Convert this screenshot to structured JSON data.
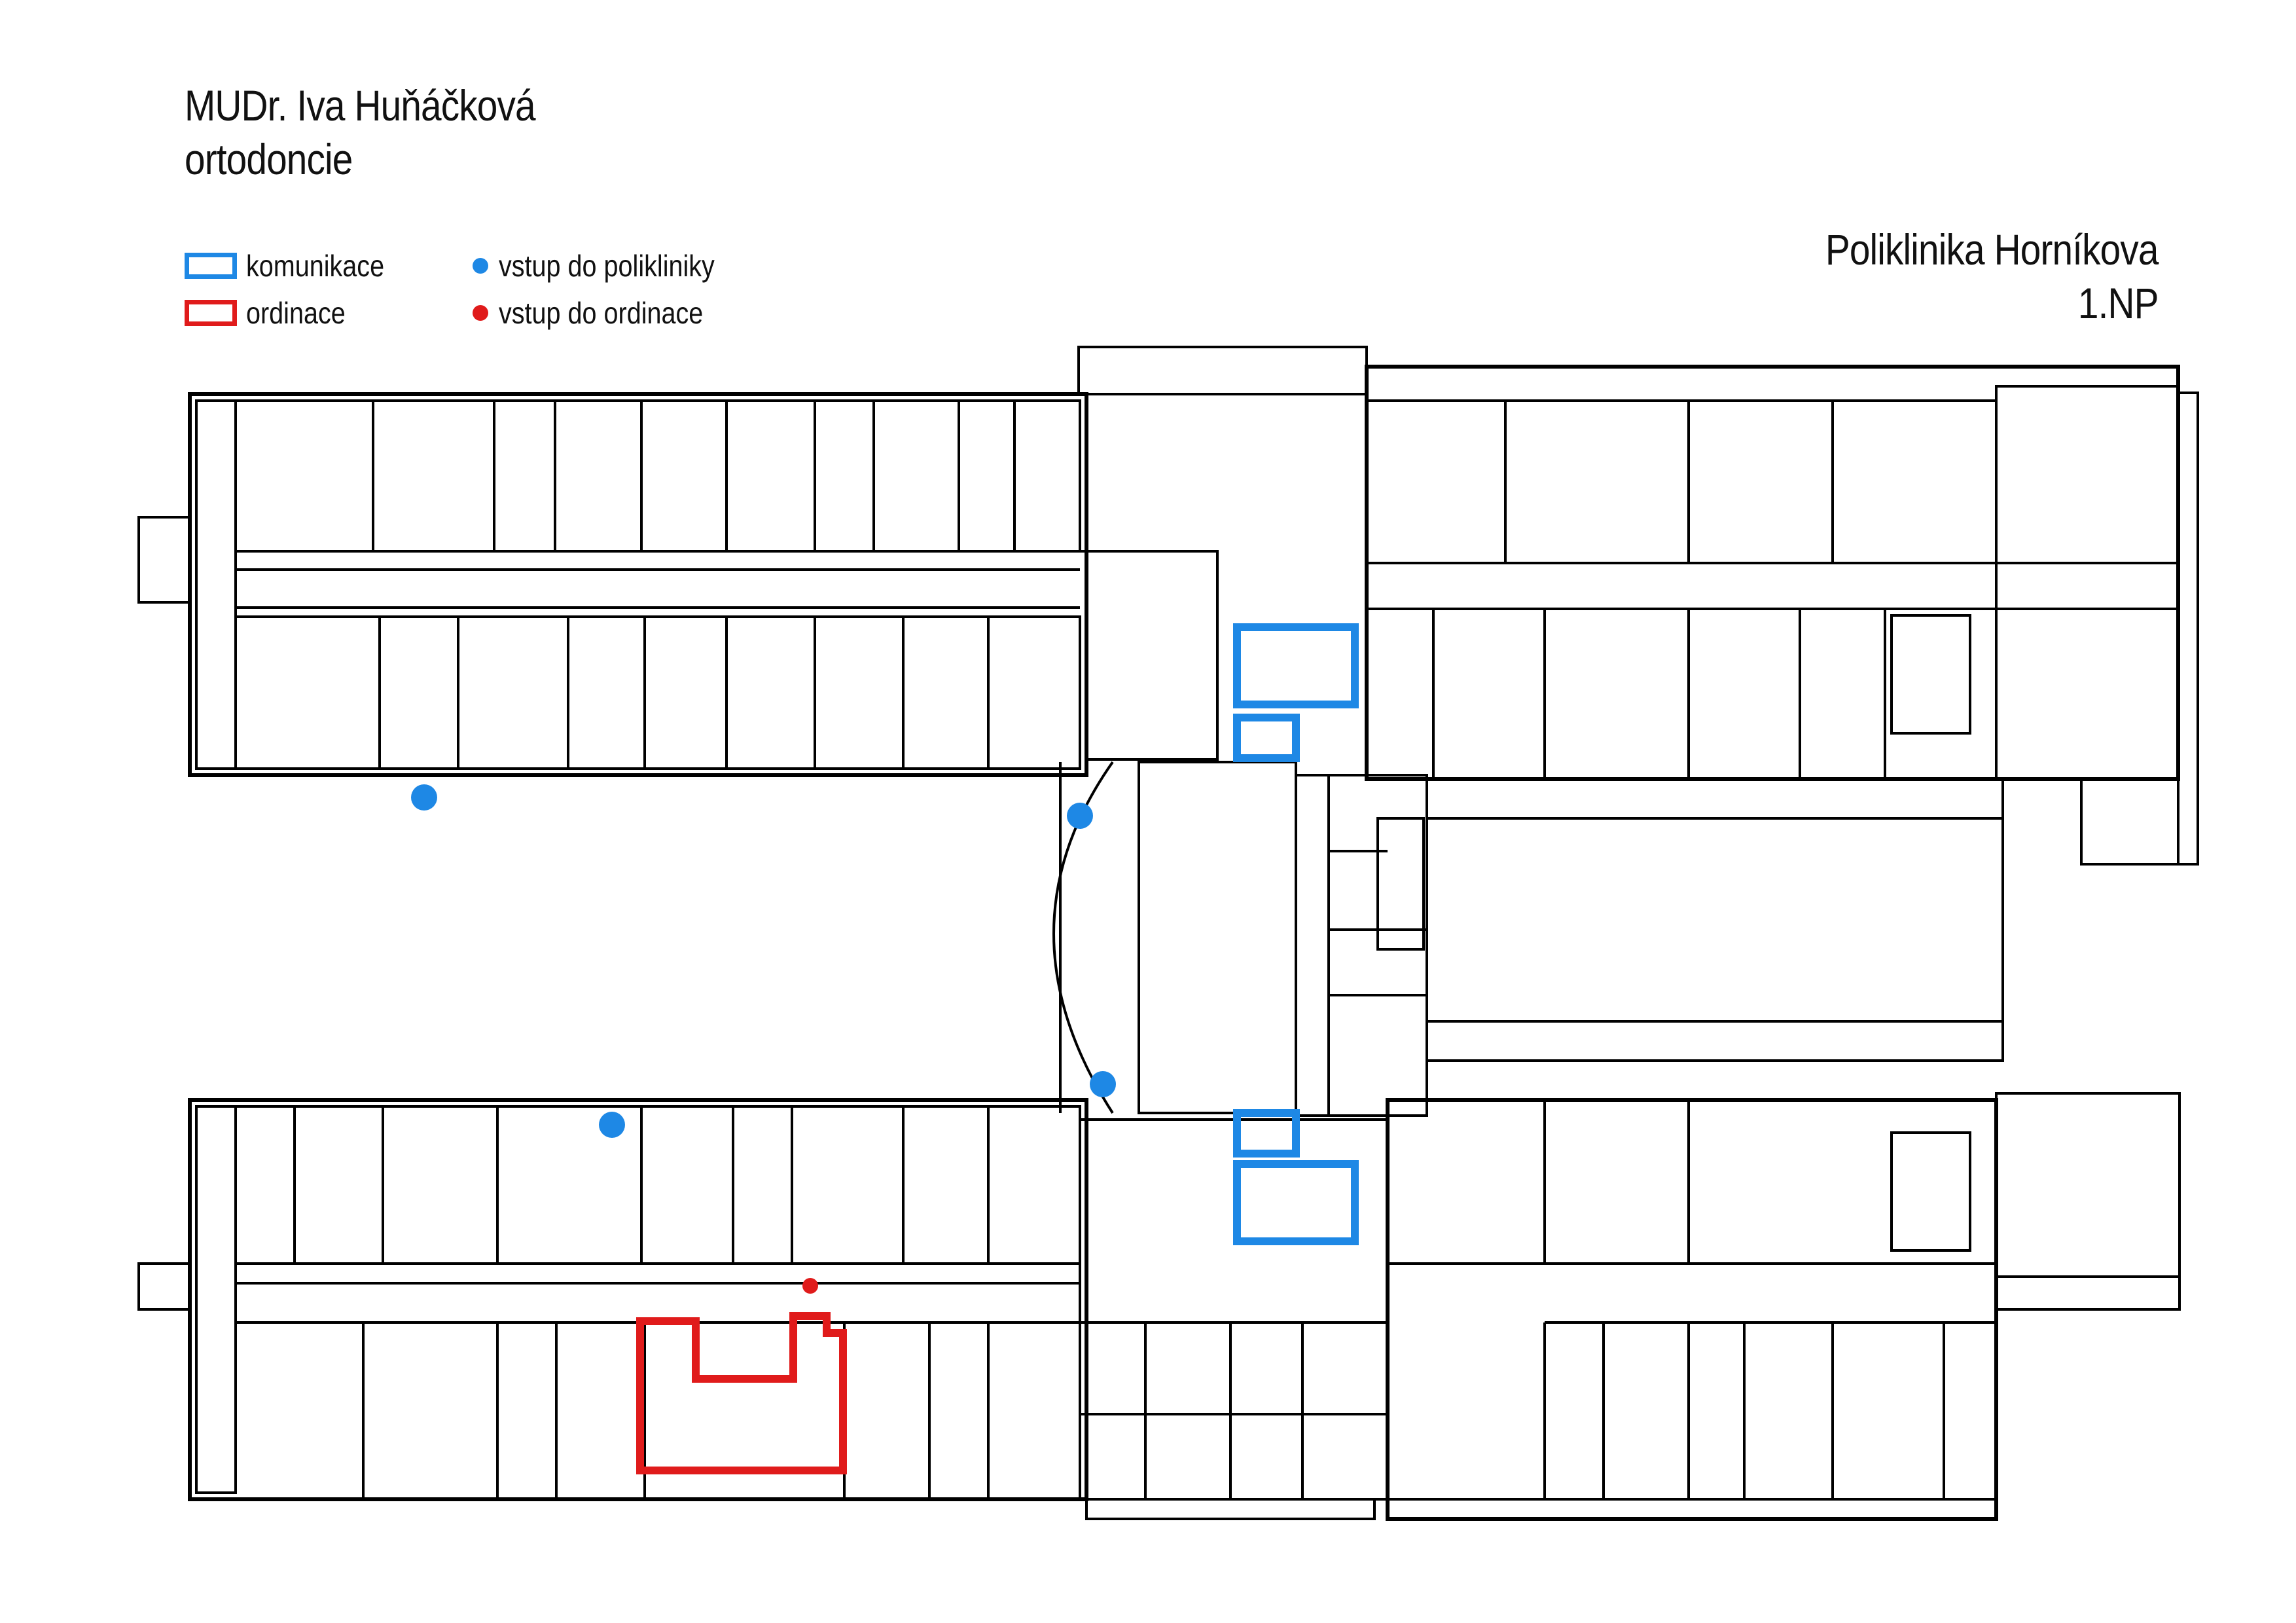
{
  "header": {
    "doctor": "MUDr. Iva Huňáčková",
    "specialty": "ortodoncie",
    "building": "Poliklinika Horníkova",
    "floor": "1.NP"
  },
  "legend": {
    "communication": {
      "label": "komunikace",
      "color": "#1e88e5"
    },
    "office": {
      "label": "ordinace",
      "color": "#e01b1b"
    },
    "clinic_entrance": {
      "label": "vstup do polikliniky",
      "color": "#1e88e5"
    },
    "office_entrance": {
      "label": "vstup do ordinace",
      "color": "#e01b1b"
    }
  },
  "colors": {
    "wall": "#000000",
    "communication": "#1e88e5",
    "office": "#e01b1b"
  }
}
